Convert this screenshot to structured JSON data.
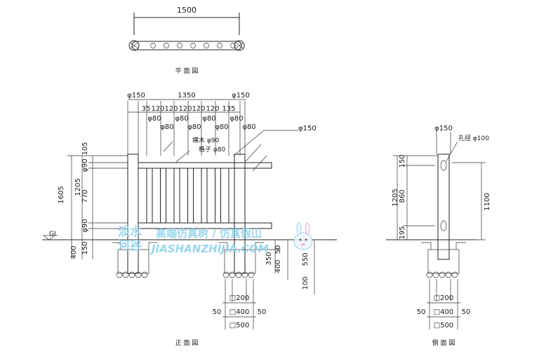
{
  "plan": {
    "title": "平 面 図",
    "width_label": "1500"
  },
  "front": {
    "title": "正 面 図",
    "top_span": "1350",
    "post_dia_left": "φ150",
    "post_dia_right": "φ150",
    "spacing_row": [
      "35",
      "120",
      "120",
      "120",
      "120",
      "120",
      "135"
    ],
    "baluster_row1": [
      "φ80",
      "φ80",
      "φ80",
      "φ80"
    ],
    "baluster_row2": [
      "φ80",
      "φ80",
      "φ80",
      "φ80"
    ],
    "callout_post": "φ150",
    "callout_rail": "横木  φ90",
    "callout_baluster": "格子  φ80",
    "gl_label": "GL",
    "dims_outer": "1605",
    "dims_mid": "1205",
    "dims_inner": [
      "105",
      "φ90",
      "770",
      "φ90",
      "150",
      "400"
    ],
    "dims_right": [
      "350",
      "400",
      "50",
      "550",
      "100"
    ],
    "footing": [
      "□200",
      "50",
      "□400",
      "50",
      "□500"
    ]
  },
  "side": {
    "title": "側 面 図",
    "post_dia": "φ150",
    "hole_label": "孔径  φ100",
    "dims_left": [
      "150",
      "860",
      "195"
    ],
    "dim_total": "1205",
    "dim_right": "1100",
    "footing": [
      "□200",
      "50",
      "□400",
      "50",
      "□500"
    ]
  },
  "watermark": {
    "brand_cn": "淡水\n河谷",
    "slogan": "高端仿真树 / 仿真假山",
    "site": "JIASHANZHIJIA.COM"
  }
}
